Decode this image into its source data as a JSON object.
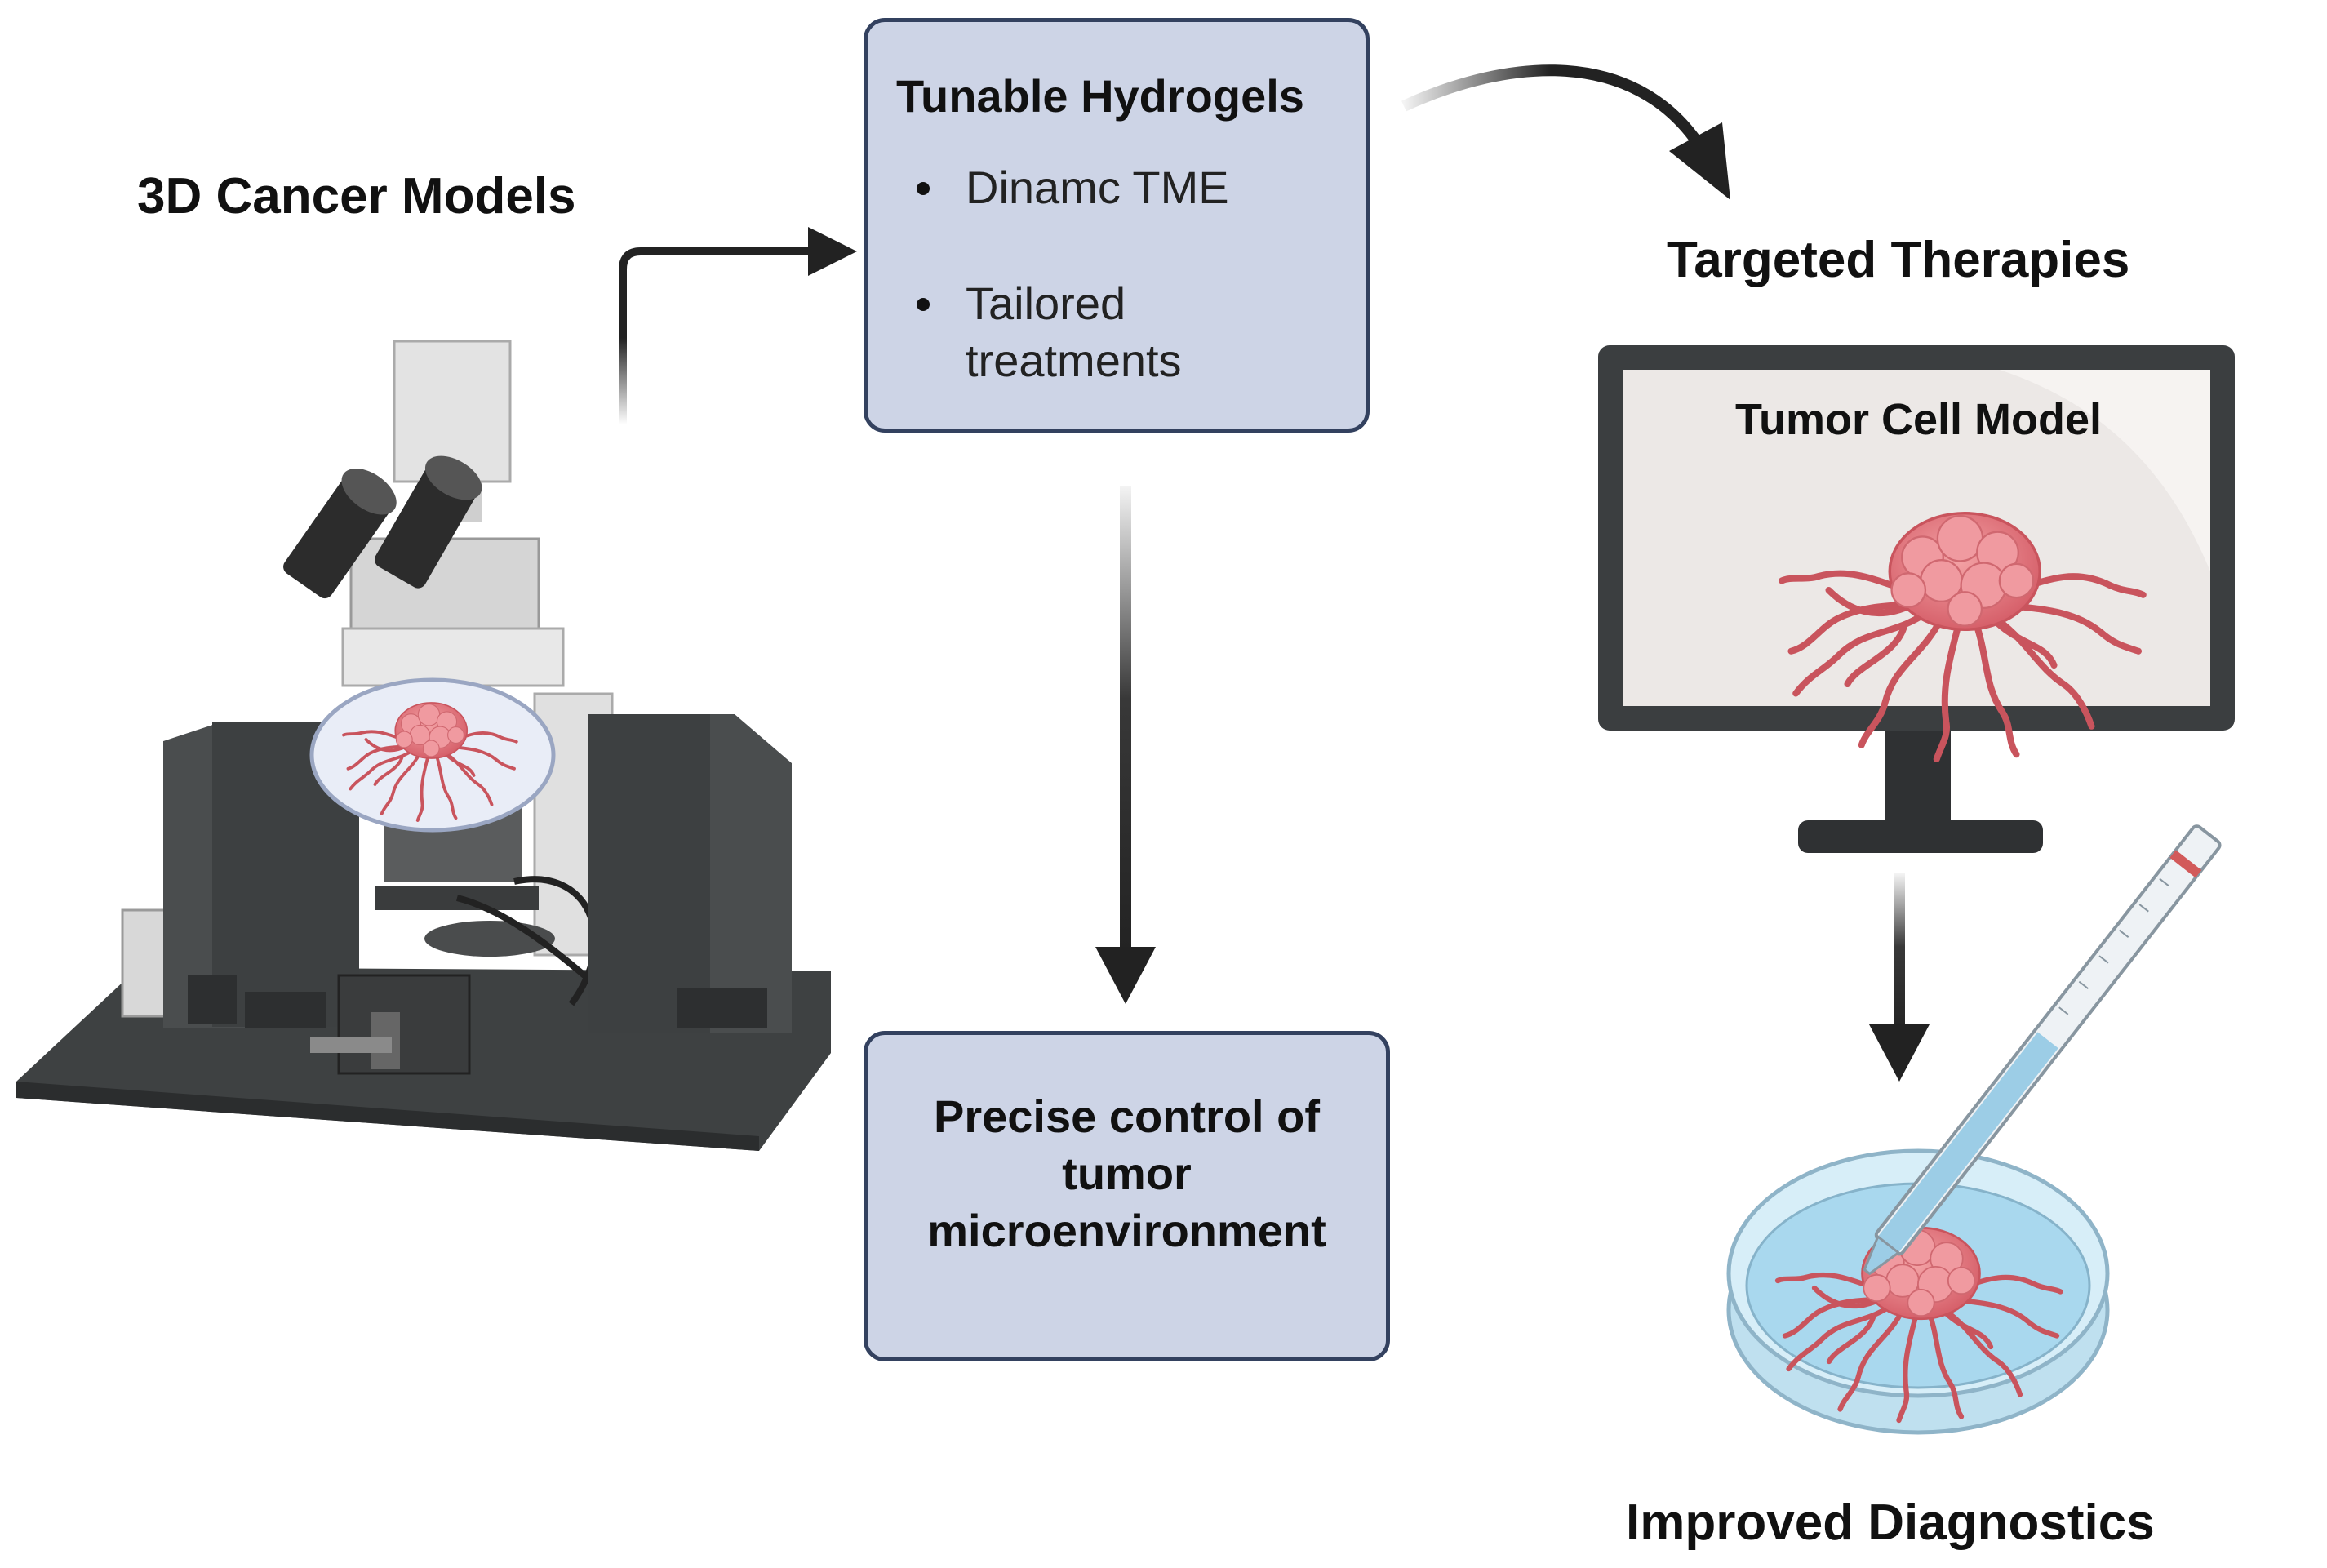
{
  "labels": {
    "cancer_models": "3D Cancer Models",
    "targeted_therapies": "Targeted Therapies",
    "improved_diagnostics": "Improved Diagnostics"
  },
  "hydrogel_box": {
    "title": "Tunable Hydrogels",
    "bullets": [
      "Dinamc TME",
      "Tailored treatments"
    ]
  },
  "control_box": {
    "line1": "Precise control of",
    "line2": "tumor",
    "line3": "microenvironment"
  },
  "monitor": {
    "screen_title": "Tumor Cell Model"
  },
  "colors": {
    "box_fill": "#cdd4e6",
    "box_border": "#33415f",
    "tumor": "#e07a80",
    "instrument_dark": "#4a4d4e"
  }
}
